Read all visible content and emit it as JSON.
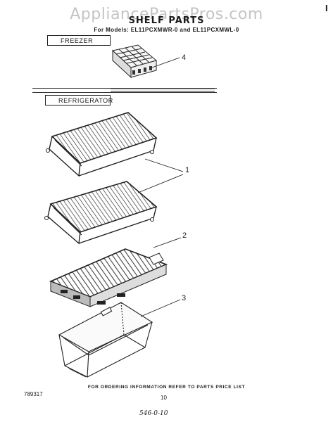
{
  "header": {
    "watermark": "AppliancePartsPros.com",
    "corner_mark": "I",
    "title": "SHELF PARTS",
    "models": "For Models: EL11PCXMWR-0 and EL11PCXMWL-0"
  },
  "sections": {
    "freezer": "FREEZER",
    "refrigerator": "REFRIGERATOR"
  },
  "callouts": {
    "ice_tray": "4",
    "wire_shelf": "1",
    "crisper_cover": "2",
    "crisper_pan": "3"
  },
  "footer": {
    "ordering_note": "FOR ORDERING INFORMATION REFER TO PARTS PRICE LIST",
    "doc_number": "789317",
    "page_number": "10",
    "handwritten_note": "546-0-10"
  }
}
